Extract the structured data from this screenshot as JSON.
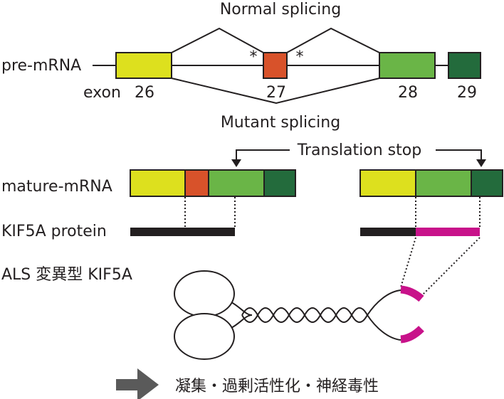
{
  "labels": {
    "normal_splicing": "Normal splicing",
    "mutant_splicing": "Mutant splicing",
    "pre_mrna": "pre-mRNA",
    "exon": "exon",
    "exon_26": "26",
    "exon_27": "27",
    "exon_28": "28",
    "exon_29": "29",
    "splice_mark": "*",
    "translation_stop": "Translation stop",
    "mature_mrna": "mature-mRNA",
    "kif5a_protein": "KIF5A protein",
    "als_mutant": "ALS 変異型 KIF5A",
    "consequence": "凝集・過剰活性化・神経毒性"
  },
  "colors": {
    "exon_26": "#dde01e",
    "exon_27": "#d8522a",
    "exon_28": "#6ab547",
    "exon_29": "#236b3c",
    "protein_normal": "#231f20",
    "protein_mutant": "#c8128a",
    "arrow": "#5a5a5a"
  },
  "icons": {
    "consequence_arrow": "right-arrow-icon"
  }
}
